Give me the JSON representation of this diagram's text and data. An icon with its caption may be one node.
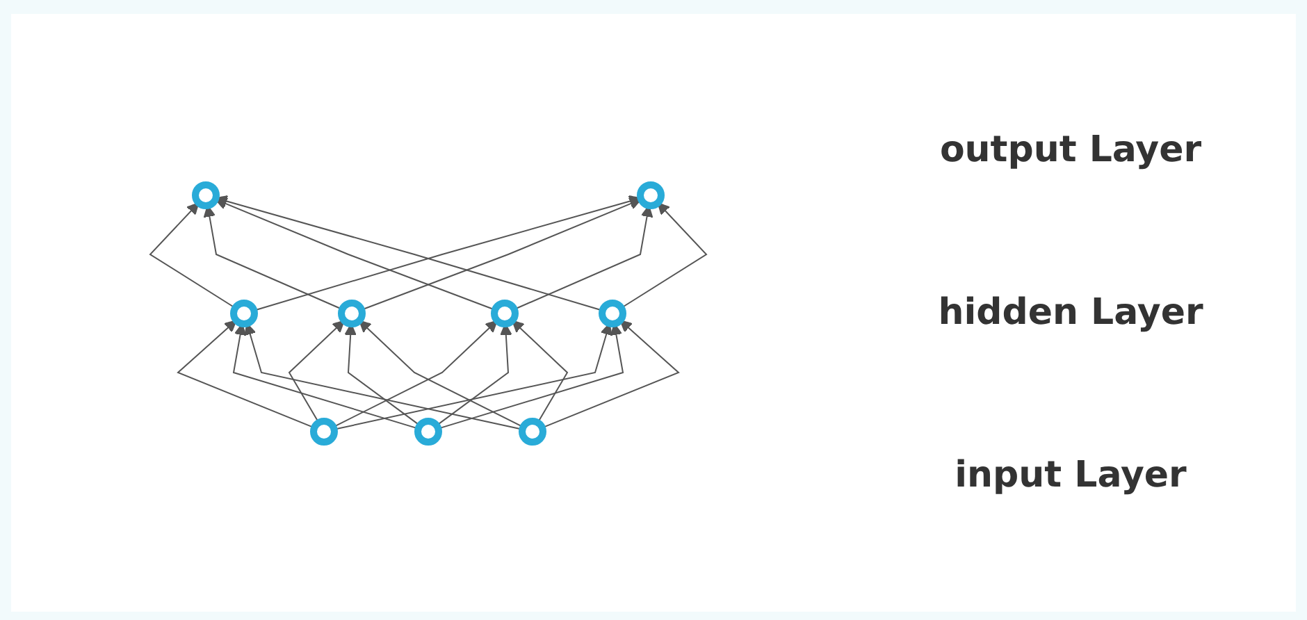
{
  "diagram": {
    "nodes": [
      {
        "text": [],
        "shape": "circle"
      },
      {
        "text": [],
        "shape": "circle"
      },
      {
        "text": [],
        "shape": "circle"
      },
      {
        "text": [],
        "shape": "circle"
      },
      {
        "text": [],
        "shape": "circle"
      },
      {
        "text": [],
        "shape": "circle"
      },
      {
        "text": [],
        "shape": "circle"
      },
      {
        "text": [],
        "shape": "circle"
      },
      {
        "text": [],
        "shape": "circle"
      }
    ],
    "edges": [
      {
        "from": 6,
        "to": 2,
        "arrow": "to"
      },
      {
        "from": 6,
        "to": 3,
        "arrow": "to"
      },
      {
        "from": 6,
        "to": 4,
        "arrow": "to"
      },
      {
        "from": 6,
        "to": 5,
        "arrow": "to"
      },
      {
        "from": 7,
        "to": 2,
        "arrow": "to"
      },
      {
        "from": 7,
        "to": 3,
        "arrow": "to"
      },
      {
        "from": 7,
        "to": 4,
        "arrow": "to"
      },
      {
        "from": 7,
        "to": 5,
        "arrow": "to"
      },
      {
        "from": 8,
        "to": 2,
        "arrow": "to"
      },
      {
        "from": 8,
        "to": 3,
        "arrow": "to"
      },
      {
        "from": 8,
        "to": 4,
        "arrow": "to"
      },
      {
        "from": 8,
        "to": 5,
        "arrow": "to"
      },
      {
        "from": 2,
        "to": 0,
        "arrow": "to"
      },
      {
        "from": 2,
        "to": 1,
        "arrow": "to"
      },
      {
        "from": 3,
        "to": 0,
        "arrow": "to"
      },
      {
        "from": 3,
        "to": 1,
        "arrow": "to"
      },
      {
        "from": 4,
        "to": 0,
        "arrow": "to"
      },
      {
        "from": 4,
        "to": 1,
        "arrow": "to"
      },
      {
        "from": 5,
        "to": 0,
        "arrow": "to"
      },
      {
        "from": 5,
        "to": 1,
        "arrow": "to"
      }
    ],
    "labels": [
      "output Layer",
      "hidden Layer",
      "input Layer"
    ]
  }
}
